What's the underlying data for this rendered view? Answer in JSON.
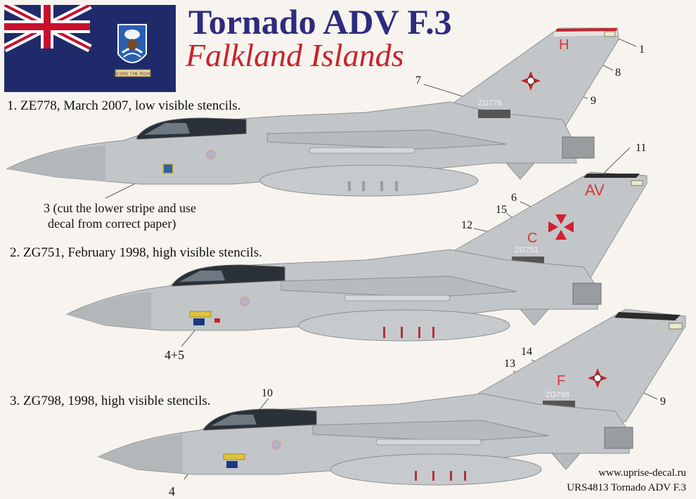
{
  "title": "Tornado ADV F.3",
  "subtitle": "Falkland Islands",
  "flag_motto": "DESIRE THE RIGHT",
  "variants": [
    {
      "caption": "1. ZE778, March 2007, low visible stencils.",
      "serial": "ZG778",
      "code": "H",
      "note_lines": [
        "3 (cut the lower stripe and use",
        " decal from correct paper)"
      ]
    },
    {
      "caption": "2. ZG751, February 1998, high visible stencils.",
      "serial": "ZG751",
      "code": "C",
      "tail_code": "AV",
      "note_lines": [
        "4+5"
      ]
    },
    {
      "caption": "3. ZG798, 1998, high visible stencils.",
      "serial": "ZG798",
      "code": "F",
      "note_lines": [
        "4"
      ]
    }
  ],
  "callouts": [
    "1",
    "8",
    "7",
    "9",
    "11",
    "6",
    "15",
    "12",
    "14",
    "13",
    "9",
    "10"
  ],
  "footer": {
    "url": "www.uprise-decal.ru",
    "product": "URS4813 Tornado ADV F.3"
  },
  "colors": {
    "title_blue": "#2e2b7e",
    "subtitle_red": "#c9222b",
    "aircraft_grey": "#c3c6c8",
    "panel_line": "#8d9093",
    "flag_blue": "#1f2a6b"
  },
  "icons": [
    "falklands-flag",
    "red-maltese-cross",
    "stag-badge"
  ]
}
